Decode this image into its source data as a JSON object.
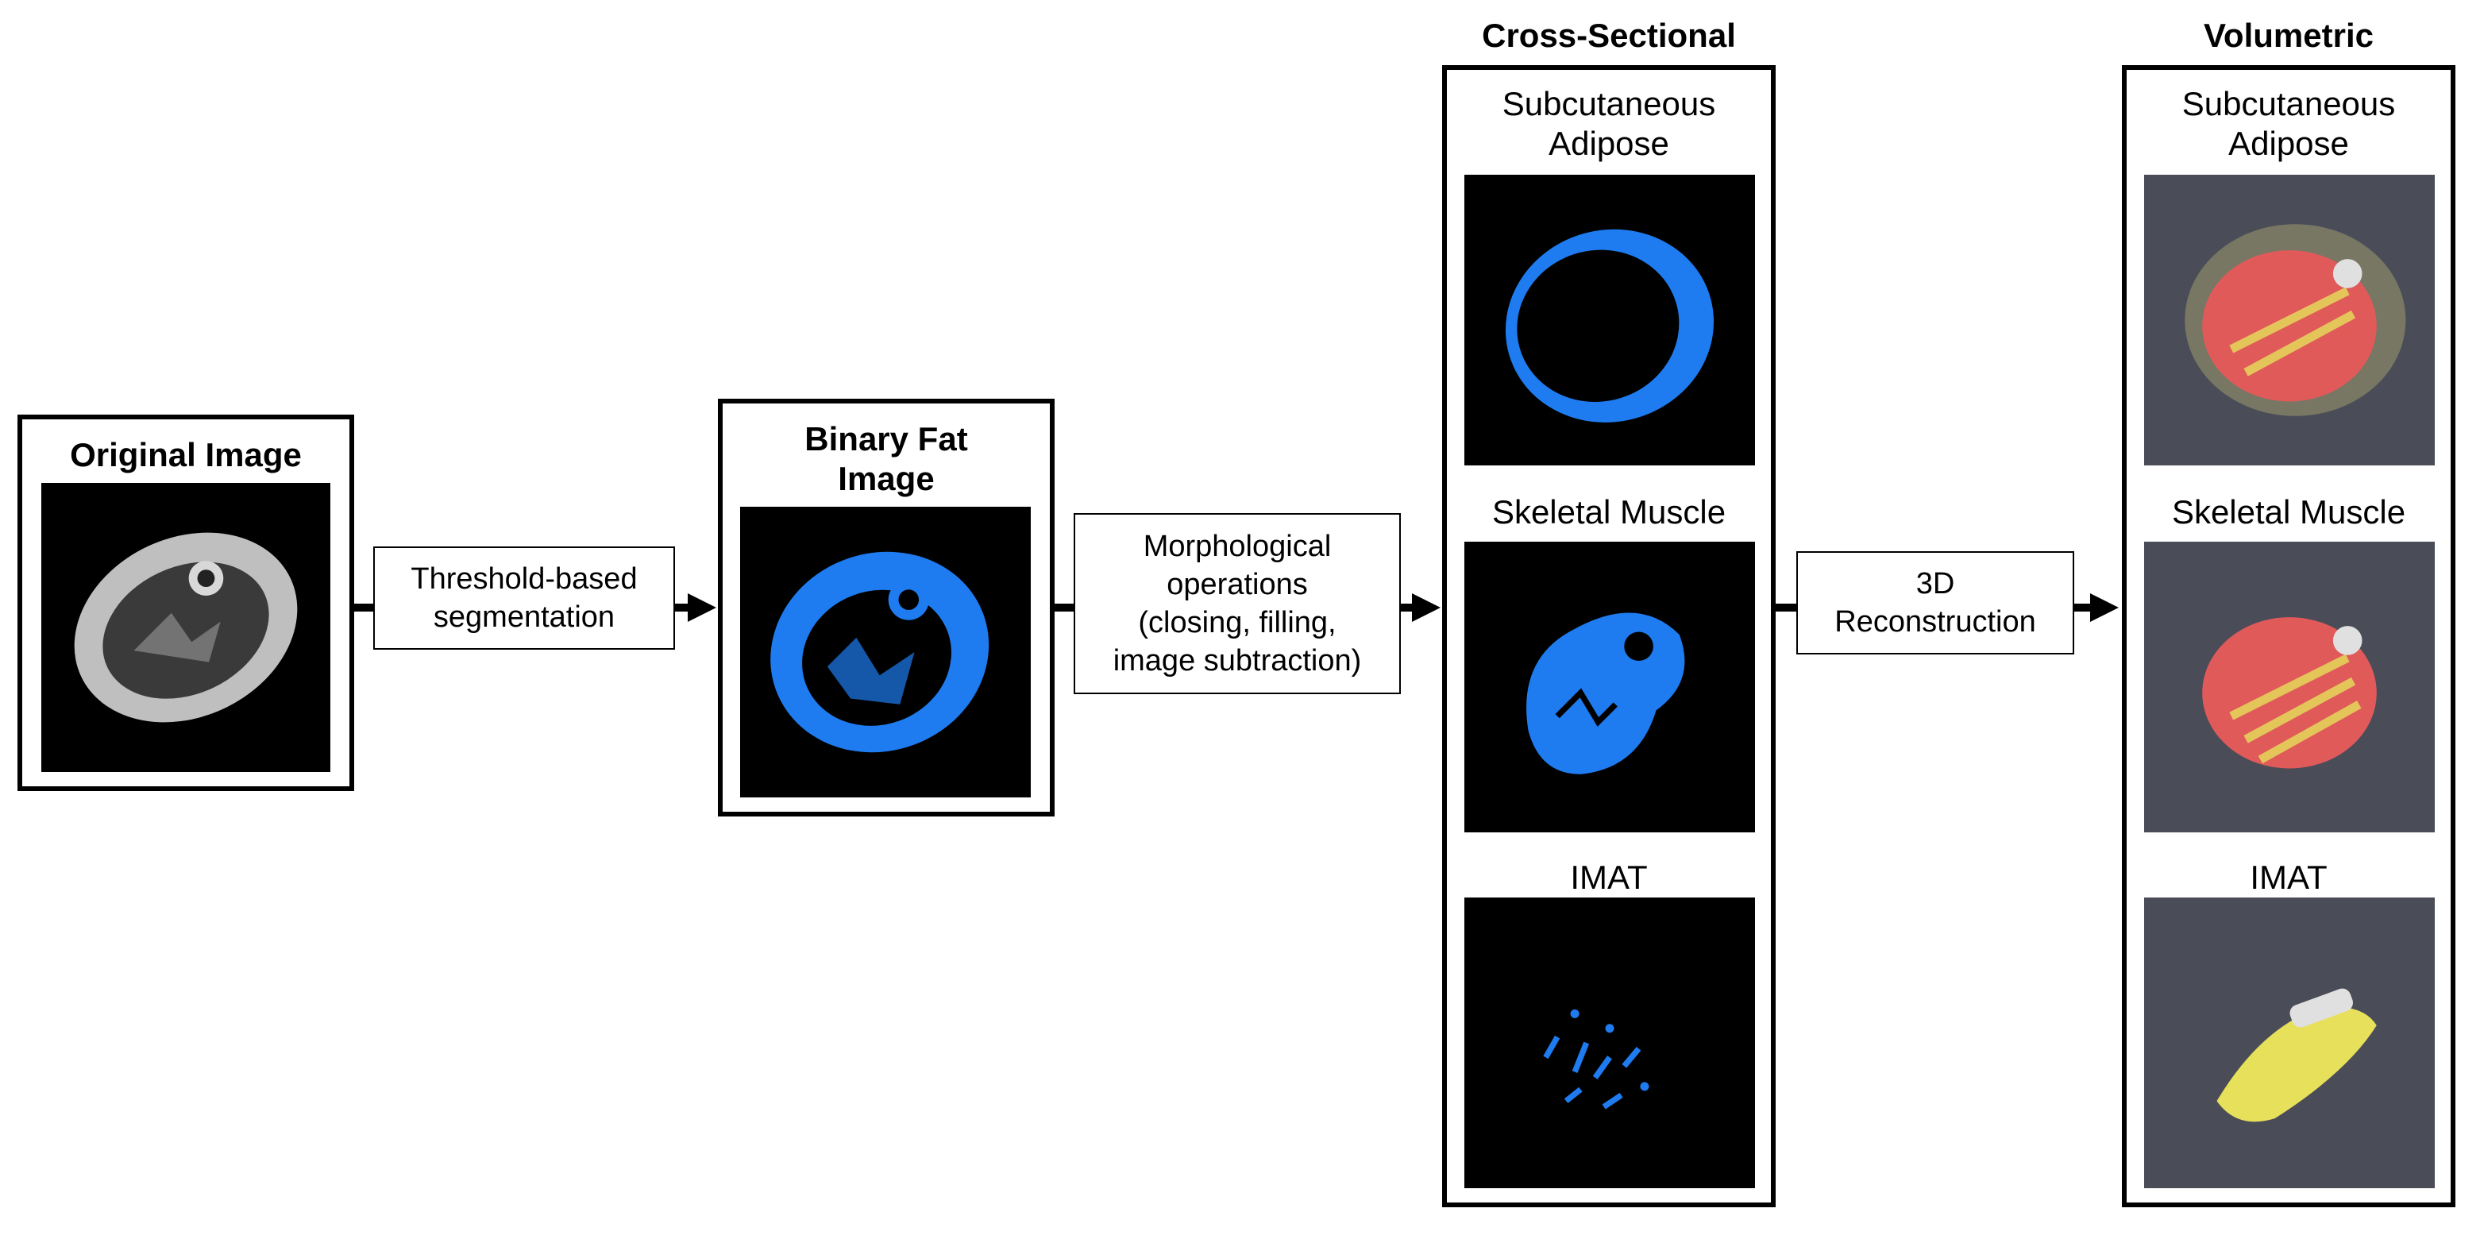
{
  "original": {
    "title": "Original Image"
  },
  "step1": {
    "label": "Threshold-based\nsegmentation"
  },
  "binary": {
    "title": "Binary Fat\nImage"
  },
  "step2": {
    "label": "Morphological\noperations\n(closing, filling,\nimage subtraction)"
  },
  "cross_sectional": {
    "header": "Cross-Sectional",
    "panels": [
      {
        "label": "Subcutaneous\nAdipose"
      },
      {
        "label": "Skeletal Muscle"
      },
      {
        "label": "IMAT"
      }
    ]
  },
  "step3": {
    "label": "3D\nReconstruction"
  },
  "volumetric": {
    "header": "Volumetric",
    "panels": [
      {
        "label": "Subcutaneous\nAdipose"
      },
      {
        "label": "Skeletal Muscle"
      },
      {
        "label": "IMAT"
      }
    ]
  },
  "colors": {
    "fat_blue": "#1e7cf0",
    "muscle_red": "#e05a5a",
    "imat_yellow": "#e6e05a",
    "render_bg": "#4a4c58"
  }
}
